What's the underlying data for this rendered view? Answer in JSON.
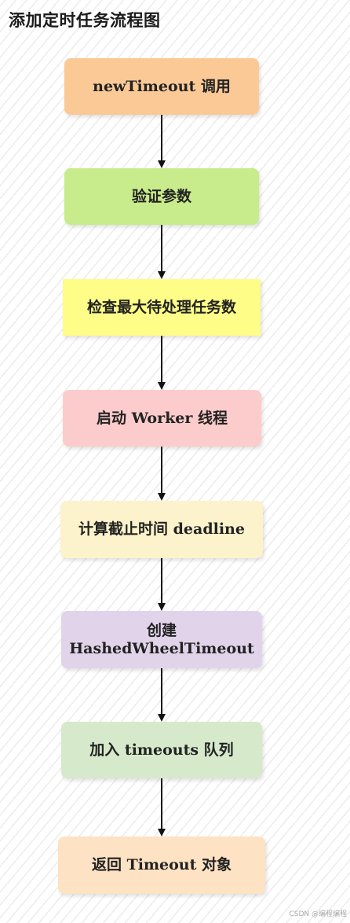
{
  "title": "添加定时任务流程图",
  "nodes": [
    {
      "label": "newTimeout 调用",
      "color": "#fbc996"
    },
    {
      "label": "验证参数",
      "color": "#c8eb8b"
    },
    {
      "label": "检查最大待处理任务数",
      "color": "#fdfd87"
    },
    {
      "label": "启动 Worker 线程",
      "color": "#fccbcb"
    },
    {
      "label": "计算截止时间 deadline",
      "color": "#fcf2cb"
    },
    {
      "label": "创建 HashedWheelTimeout",
      "color": "#e1d4ea"
    },
    {
      "label": "加入 timeouts 队列",
      "color": "#d6eacb"
    },
    {
      "label": "返回 Timeout 对象",
      "color": "#fde2c3"
    }
  ],
  "arrow_color": "#111111",
  "watermark": "CSDN @编程编程"
}
